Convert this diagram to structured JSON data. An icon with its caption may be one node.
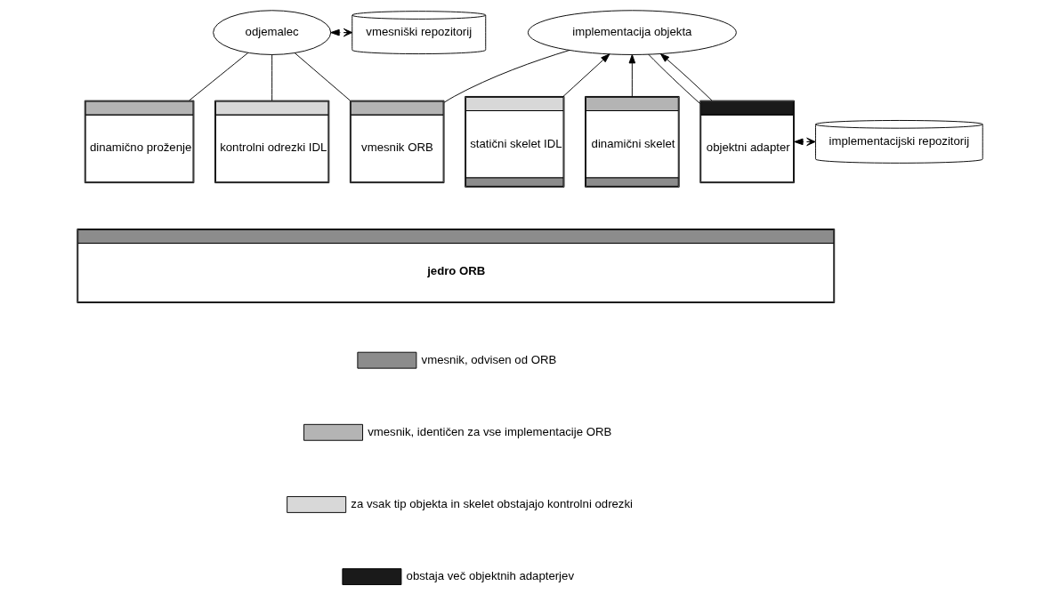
{
  "diagram": {
    "nodes": [
      {
        "text": [
          "odjemalec"
        ]
      },
      {
        "text": [
          "implementacija objekta"
        ]
      },
      {
        "text": [
          "vmesniški repozitorij"
        ]
      },
      {
        "text": [
          "dinamično proženje"
        ]
      },
      {
        "text": [
          "kontrolni odrezki IDL"
        ]
      },
      {
        "text": [
          "vmesnik ORB"
        ]
      },
      {
        "text": [
          "statični skelet IDL"
        ]
      },
      {
        "text": [
          "dinamični skelet"
        ]
      },
      {
        "text": [
          "objektni adapter"
        ]
      },
      {
        "text": [
          "implementacijski repozitorij"
        ]
      },
      {
        "text": [
          "jedro ORB"
        ]
      }
    ],
    "edges": [
      {
        "from": 0,
        "to": 2,
        "arrow": "both",
        "style": "dashed"
      },
      {
        "from": 0,
        "to": 3,
        "arrow": "none"
      },
      {
        "from": 0,
        "to": 4,
        "arrow": "none"
      },
      {
        "from": 0,
        "to": 5,
        "arrow": "none"
      },
      {
        "from": 5,
        "to": 1,
        "arrow": "none"
      },
      {
        "from": 6,
        "to": 1,
        "arrow": "to"
      },
      {
        "from": 7,
        "to": 1,
        "arrow": "to"
      },
      {
        "from": 1,
        "to": 8,
        "arrow": "none"
      },
      {
        "from": 8,
        "to": 1,
        "arrow": "to"
      },
      {
        "from": 8,
        "to": 9,
        "arrow": "both",
        "style": "dashed"
      }
    ],
    "legend": [
      {
        "text": "vmesnik, odvisen od ORB",
        "color": "#8c8c8c"
      },
      {
        "text": "vmesnik, identičen za vse implementacije ORB",
        "color": "#b4b4b4"
      },
      {
        "text": "za vsak tip objekta in skelet obstajajo kontrolni odrezki",
        "color": "#d8d8d8"
      },
      {
        "text": "obstaja več objektnih adapterjev",
        "color": "#1a1a1a"
      }
    ]
  }
}
